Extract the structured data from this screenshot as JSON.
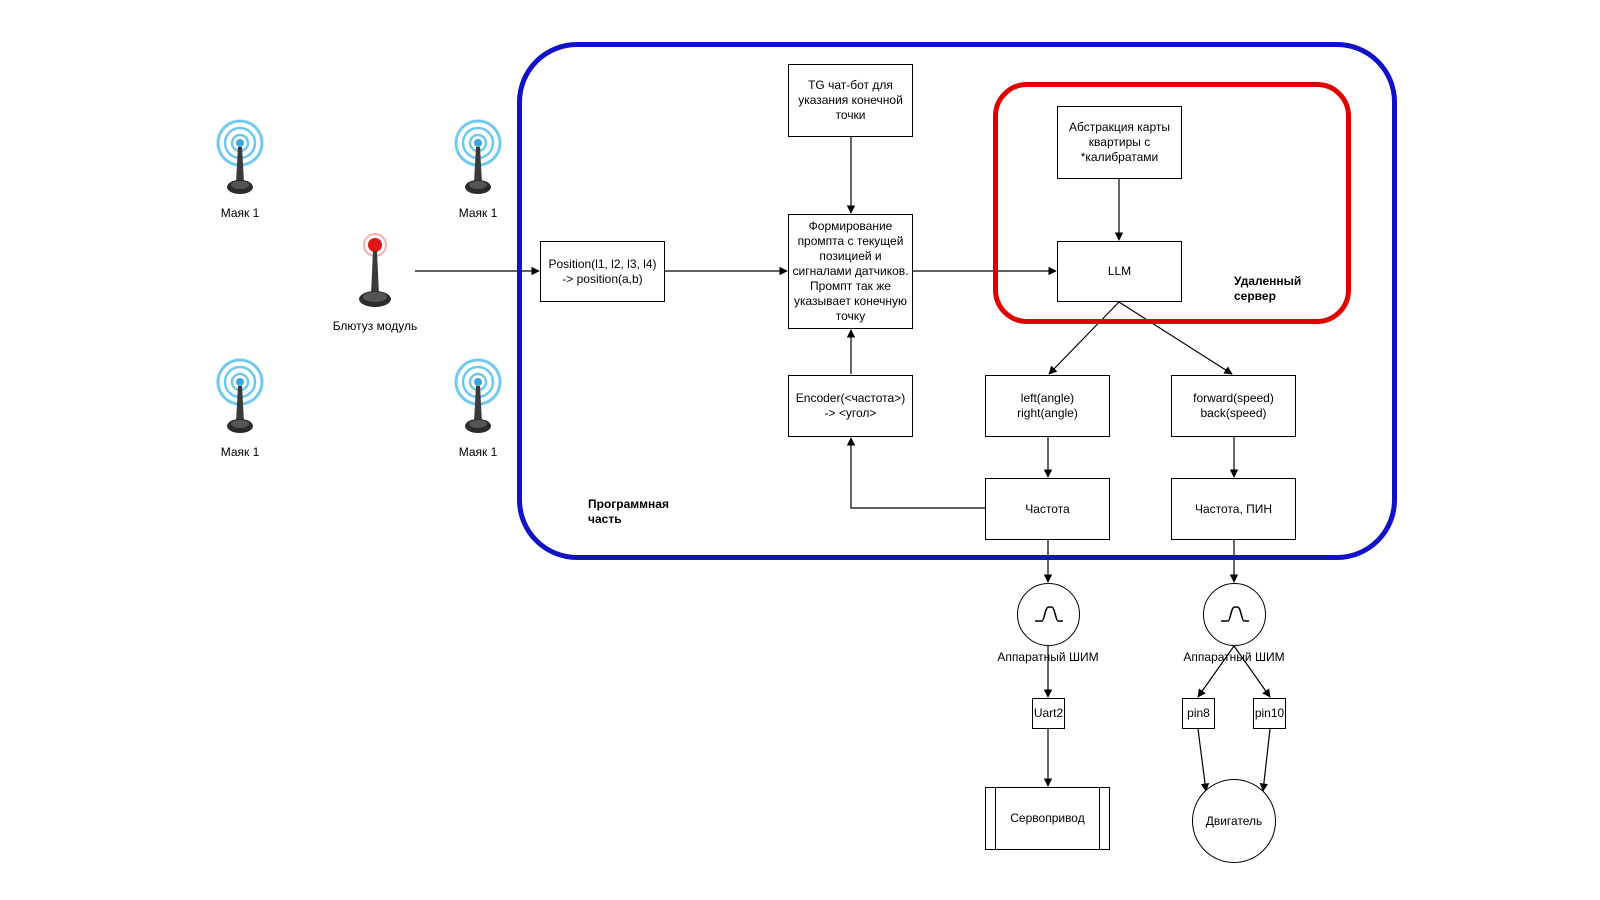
{
  "colors": {
    "software_border": "#1111c8",
    "server_border": "#e00000",
    "beacon_wave": "#6ec8ee",
    "bluetooth_dot": "#e01515"
  },
  "beacons": [
    {
      "label": "Маяк 1",
      "icon": "beacon-antenna-icon"
    },
    {
      "label": "Маяк 1",
      "icon": "beacon-antenna-icon"
    },
    {
      "label": "Маяк 1",
      "icon": "beacon-antenna-icon"
    },
    {
      "label": "Маяк 1",
      "icon": "beacon-antenna-icon"
    }
  ],
  "bluetooth": {
    "label": "Блютуз модуль",
    "icon": "bluetooth-antenna-icon"
  },
  "groups": {
    "software": "Программная\nчасть",
    "server": "Удаленный\nсервер"
  },
  "nodes": {
    "position": "Position(l1, l2, l3, l4)\n-> position(a,b)",
    "tg_bot": "TG чат-бот для\nуказания конечной\nточки",
    "prompt": "Формирование\nпромпта с текущей\nпозицией и\nсигналами датчиков.\nПромпт так же\nуказывает конечную\nточку",
    "map": "Абстракция карты\nквартиры с\n*калибратами",
    "llm": "LLM",
    "encoder": "Encoder(<частота>)\n-> <угол>",
    "left_right": "left(angle)\nright(angle)",
    "forward_back": "forward(speed)\nback(speed)",
    "freq": "Частота",
    "freq_pin": "Частота, ПИН",
    "uart": "Uart2",
    "pin8": "pin8",
    "pin10": "pin10",
    "servo": "Сервопривод",
    "motor": "Двигатель"
  },
  "pwm": [
    {
      "label": "Аппаратный ШИМ",
      "icon": "pwm-wave-icon"
    },
    {
      "label": "Аппаратный ШИМ",
      "icon": "pwm-wave-icon"
    }
  ]
}
